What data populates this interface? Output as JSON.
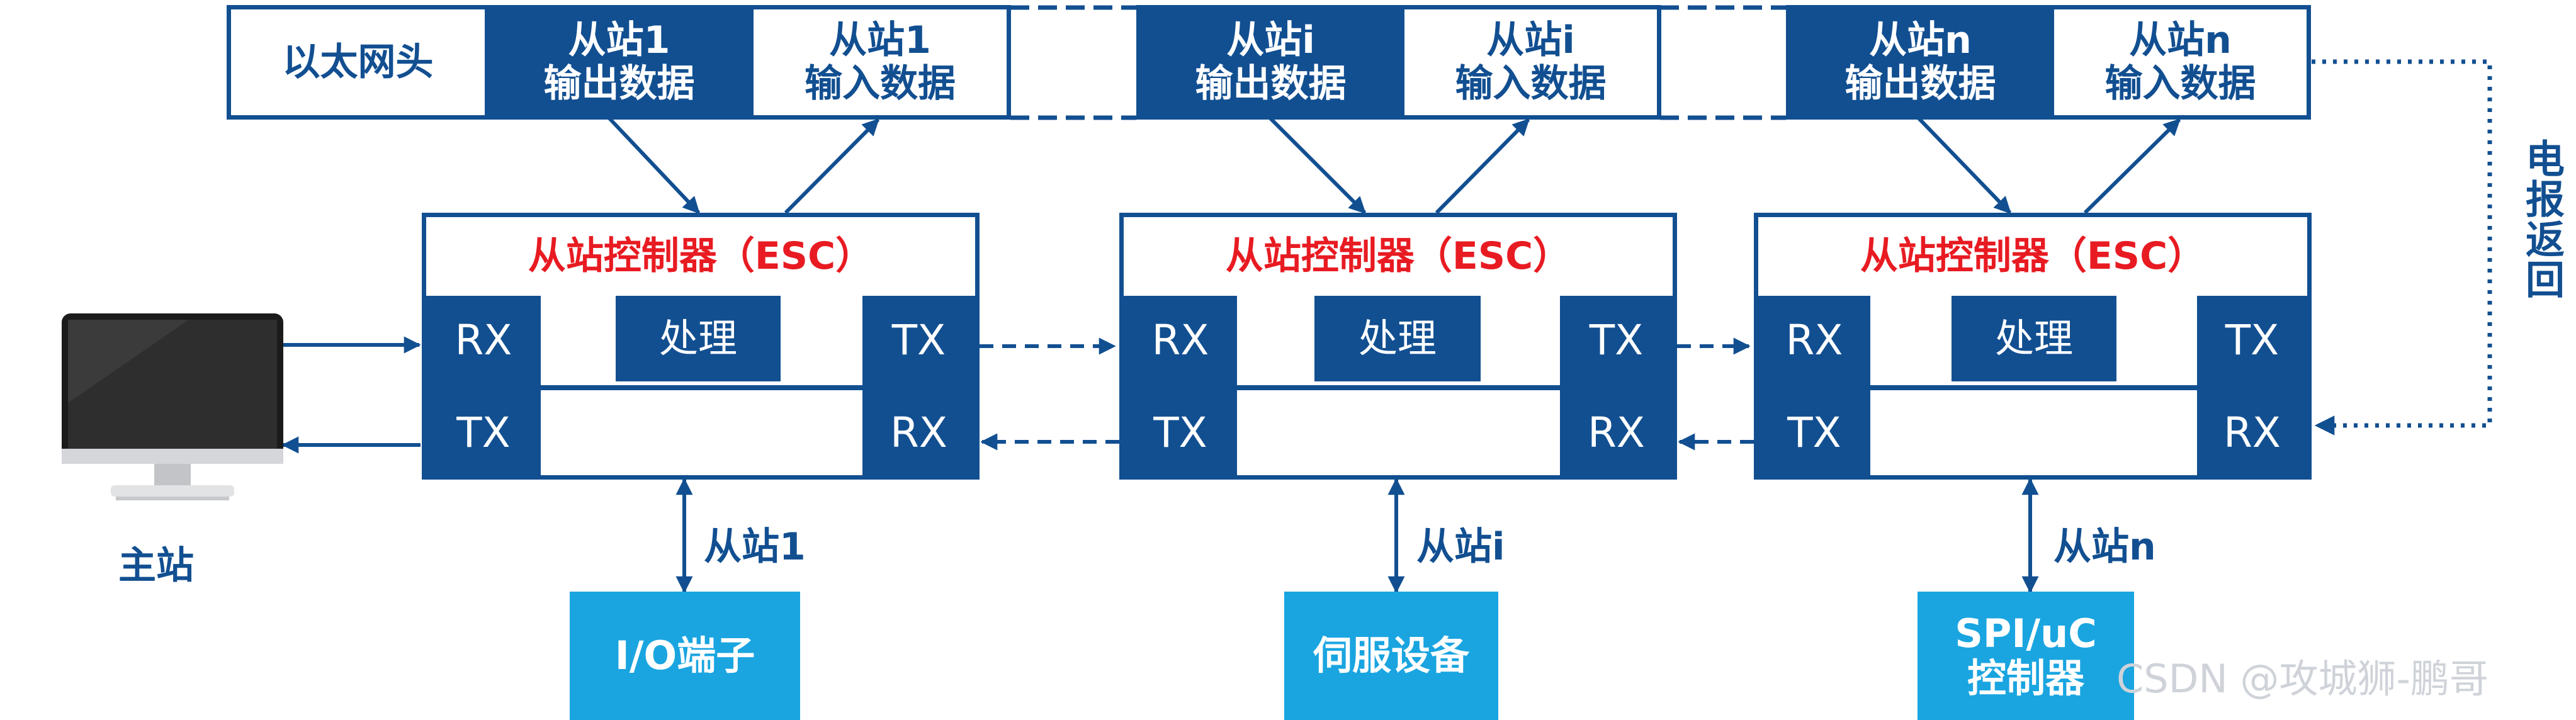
{
  "frame": {
    "header": "以太网头",
    "slaves": [
      {
        "out_line1": "从站1",
        "out_line2": "输出数据",
        "in_line1": "从站1",
        "in_line2": "输入数据"
      },
      {
        "out_line1": "从站i",
        "out_line2": "输出数据",
        "in_line1": "从站i",
        "in_line2": "输入数据"
      },
      {
        "out_line1": "从站n",
        "out_line2": "输出数据",
        "in_line1": "从站n",
        "in_line2": "输入数据"
      }
    ]
  },
  "esc": {
    "title": "从站控制器（ESC）",
    "rx": "RX",
    "tx": "TX",
    "process": "处理"
  },
  "links": [
    "从站1",
    "从站i",
    "从站n"
  ],
  "devices": [
    {
      "line1": "I/O端子",
      "line2": ""
    },
    {
      "line1": "伺服设备",
      "line2": ""
    },
    {
      "line1": "SPI/uC",
      "line2": "控制器"
    }
  ],
  "master_label": "主站",
  "return_label": "电报返回",
  "watermark": "CSDN @攻城狮-鹏哥",
  "colors": {
    "primary": "#124f91",
    "accent_red": "#e81b22",
    "device_blue": "#1aa5e0"
  }
}
